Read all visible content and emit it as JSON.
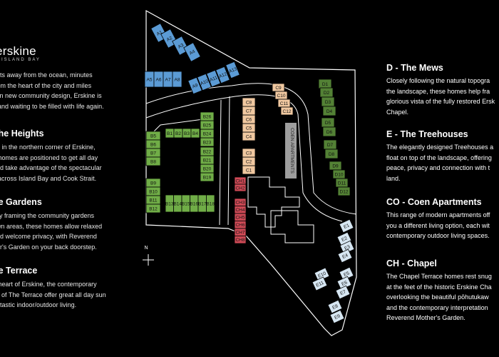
{
  "colors": {
    "heights": "#5b9bd5",
    "gardens": "#70ad47",
    "terrace": "#f0c8a0",
    "mews": "#538135",
    "treehouses": "#548235",
    "coen": "#9e9e9e",
    "chapel": "#d04a56",
    "east": "#d6e6f2"
  },
  "logo": {
    "name": "erskine",
    "sub": "ISLAND BAY"
  },
  "intro": "ents away from the ocean, minutes\nfrom the heart of the city and miles\nd in new community design, Erskine is\ny and waiting to be filled with life again.",
  "sections_left": [
    {
      "title": "The Heights",
      "text": "ed in the northern corner of Erskine,\ne homes are positioned to get all day\nand take advantage of the spectacular\ns across Island Bay and Cook Strait."
    },
    {
      "title": "he Gardens",
      "text": "ctly framing the community gardens\nawn areas, these homes allow relaxed\nand welcome privacy, with Reverend\nher's Garden on your back doorstep."
    },
    {
      "title": "he Terrace",
      "text": "e heart of Erskine, the contemporary\nes of The Terrace offer great all day sun\nantastic indoor/outdoor living."
    }
  ],
  "sections_right": [
    {
      "title": "D - The Mews",
      "text": "Closely following the natural topogra\nthe landscape, these homes help fra\nglorious vista of the fully restored Ersk\nChapel."
    },
    {
      "title": "E - The Treehouses",
      "text": "The elegantly designed Treehouses a\nfloat on top of the landscape, offering\npeace, privacy and connection with t\nland."
    },
    {
      "title": "CO - Coen Apartments",
      "text": "This range of modern apartments off\nyou a different living option, each wit\ncontemporary outdoor living spaces."
    },
    {
      "title": "CH - Chapel",
      "text": "The Chapel Terrace homes rest snug\nat the feet of the historic Erskine Cha\noverlooking the beautiful pōhutukaw\nand the contemporary interpretation\nReverend Mother's Garden."
    }
  ],
  "compass": {
    "label": "N"
  },
  "coen_label": "COEN APARTMENTS",
  "lots": {
    "A": [
      "A1",
      "A2",
      "A3",
      "A4",
      "A5",
      "A6",
      "A7",
      "A8",
      "A9",
      "A10",
      "A11",
      "A12",
      "A13"
    ],
    "B": [
      "B1",
      "B2",
      "B3",
      "B4",
      "B5",
      "B6",
      "B7",
      "B8",
      "B9",
      "B10",
      "B11",
      "B12",
      "B13",
      "B14",
      "B15",
      "B16",
      "B17",
      "B18",
      "B19",
      "B20",
      "B21",
      "B22",
      "B23",
      "B24",
      "B25",
      "B26"
    ],
    "C": [
      "C1",
      "C2",
      "C3",
      "C4",
      "C5",
      "C6",
      "C7",
      "C8",
      "C9",
      "C10",
      "C11",
      "C12"
    ],
    "CH": [
      "CH1",
      "CH2",
      "CH3",
      "CH4",
      "CH5",
      "CH6",
      "CH7",
      "CH8"
    ],
    "D": [
      "D1",
      "D2",
      "D3",
      "D4",
      "D5",
      "D6",
      "D7",
      "D8",
      "D9",
      "D10",
      "D11",
      "D12"
    ],
    "E": [
      "E1",
      "E2",
      "E3",
      "E4",
      "E5",
      "E6",
      "E7",
      "E8",
      "E9",
      "E10",
      "E11"
    ]
  }
}
